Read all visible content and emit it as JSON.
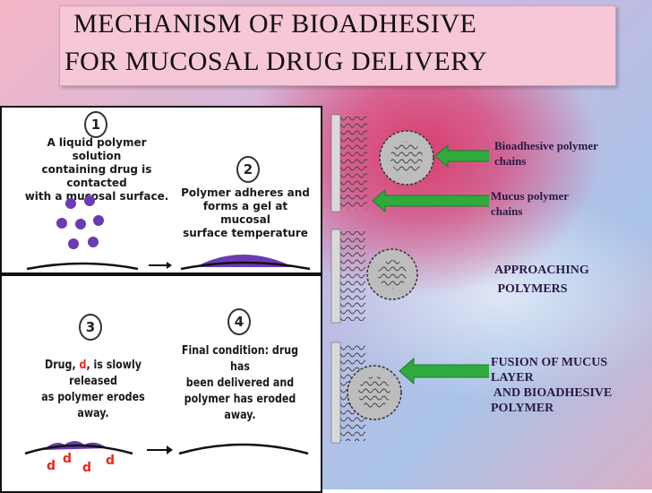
{
  "title": {
    "line1": "MECHANISM OF BIOADHESIVE",
    "line2": "FOR MUCOSAL DRUG DELIVERY"
  },
  "steps": [
    {
      "number": "1",
      "lines": [
        "A liquid polymer solution",
        "containing drug is contacted",
        "with a mucosal surface."
      ]
    },
    {
      "number": "2",
      "lines": [
        "Polymer adheres and",
        "forms a gel at mucosal",
        "surface temperature"
      ]
    },
    {
      "number": "3",
      "line1_pre": "Drug, ",
      "line1_d": "d",
      "line1_post": ", is slowly released",
      "line2": "as polymer erodes away."
    },
    {
      "number": "4",
      "lines": [
        "Final condition: drug has",
        "been delivered and",
        "polymer has eroded away."
      ]
    }
  ],
  "released_drug_letter": "d",
  "labels": {
    "bioadhesive": [
      "Bioadhesive  polymer",
      "chains"
    ],
    "mucus": [
      "Mucus polymer",
      "chains"
    ],
    "approaching": [
      "APPROACHING",
      " POLYMERS"
    ],
    "fusion": [
      "FUSION OF MUCUS",
      "LAYER",
      " AND BIOADHESIVE",
      "POLYMER"
    ]
  },
  "colors": {
    "title_box": "#f6c7d6",
    "polymer_purple": "#6a3bb3",
    "arrow_green": "#2faa3c",
    "drug_red": "#e8271a"
  }
}
